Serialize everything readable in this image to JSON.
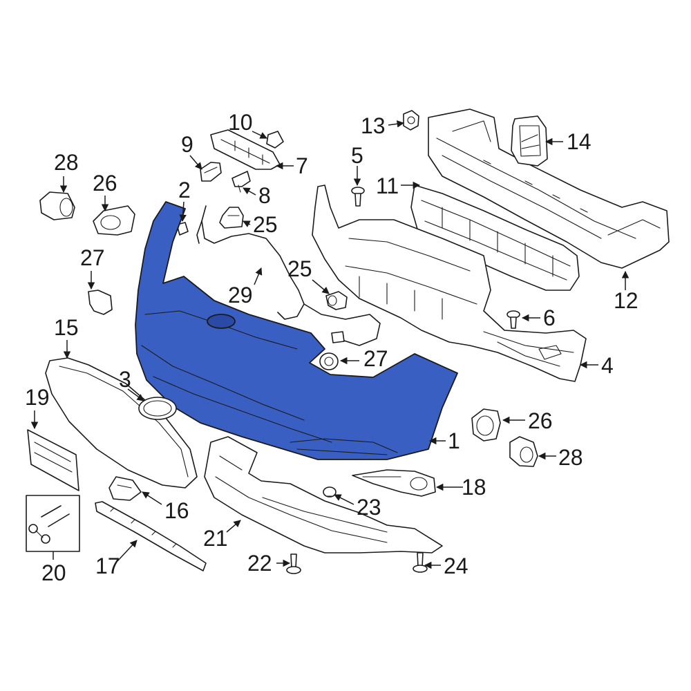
{
  "colors": {
    "highlight": "#3a5fc2",
    "line": "#1a1a1a",
    "background": "#ffffff"
  },
  "labels": {
    "p1": "1",
    "p2": "2",
    "p3": "3",
    "p4": "4",
    "p5": "5",
    "p6": "6",
    "p7": "7",
    "p8": "8",
    "p9": "9",
    "p10": "10",
    "p11": "11",
    "p12": "12",
    "p13": "13",
    "p14": "14",
    "p15": "15",
    "p16": "16",
    "p17": "17",
    "p18": "18",
    "p19": "19",
    "p20": "20",
    "p21": "21",
    "p22": "22",
    "p23": "23",
    "p24": "24",
    "p25a": "25",
    "p25b": "25",
    "p26a": "26",
    "p26b": "26",
    "p27a": "27",
    "p27b": "27",
    "p28a": "28",
    "p28b": "28",
    "p29": "29"
  }
}
